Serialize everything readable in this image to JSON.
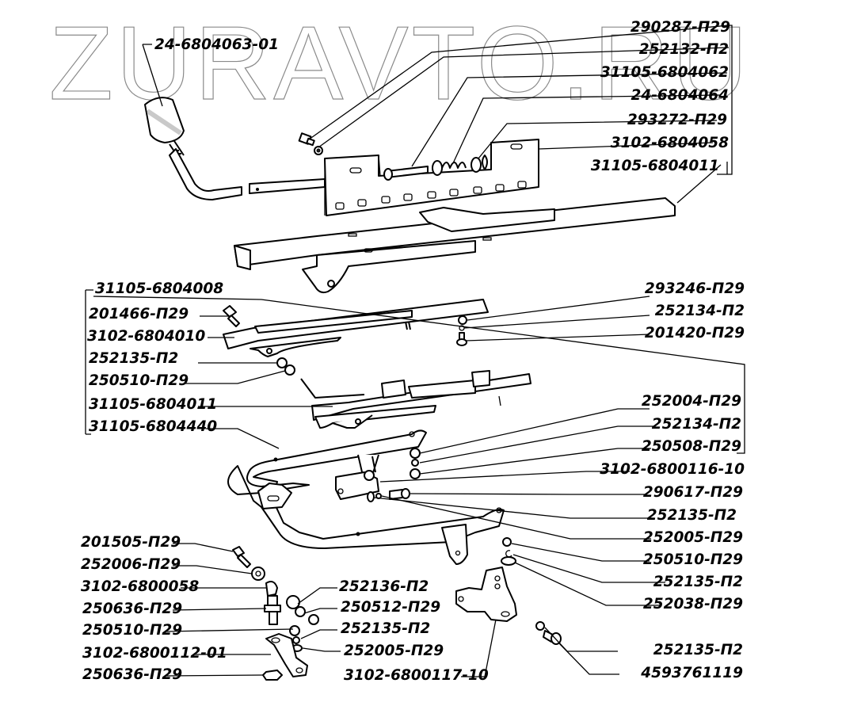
{
  "watermark": "ZURAVTO.RU",
  "callouts": {
    "top_left": [
      {
        "id": "knob_lever",
        "part_number": "24-6804063-01"
      }
    ],
    "top_right": [
      {
        "id": "bolt_top",
        "part_number": "290287-П29"
      },
      {
        "id": "washer_top",
        "part_number": "252132-П2"
      },
      {
        "id": "rod",
        "part_number": "31105-6804062"
      },
      {
        "id": "spring",
        "part_number": "24-6804064"
      },
      {
        "id": "washer_spring",
        "part_number": "293272-П29"
      },
      {
        "id": "lock_plate",
        "part_number": "3102-6804058"
      },
      {
        "id": "upper_slide_right",
        "part_number": "31105-6804011"
      }
    ],
    "middle_left": [
      {
        "id": "slide_assembly",
        "part_number": "31105-6804008"
      },
      {
        "id": "bolt_mid_left",
        "part_number": "201466-П29"
      },
      {
        "id": "rail_left",
        "part_number": "3102-6804010"
      },
      {
        "id": "washer_mid_left",
        "part_number": "252135-П2"
      },
      {
        "id": "nut_mid_left",
        "part_number": "250510-П29"
      },
      {
        "id": "upper_slide_left",
        "part_number": "31105-6804011"
      },
      {
        "id": "seat_frame",
        "part_number": "31105-6804440"
      }
    ],
    "middle_right": [
      {
        "id": "washer_a",
        "part_number": "293246-П29"
      },
      {
        "id": "washer_b",
        "part_number": "252134-П2"
      },
      {
        "id": "bolt_b",
        "part_number": "201420-П29"
      }
    ],
    "lower_right": [
      {
        "id": "washer_c",
        "part_number": "252004-П29"
      },
      {
        "id": "washer_d",
        "part_number": "252134-П2"
      },
      {
        "id": "nut_c",
        "part_number": "250508-П29"
      },
      {
        "id": "bracket_center",
        "part_number": "3102-6800116-10"
      },
      {
        "id": "bolt_c",
        "part_number": "290617-П29"
      },
      {
        "id": "washer_e",
        "part_number": "252135-П2"
      },
      {
        "id": "washer_f",
        "part_number": "252005-П29"
      },
      {
        "id": "nut_e",
        "part_number": "250510-П29"
      },
      {
        "id": "washer_g",
        "part_number": "252135-П2"
      },
      {
        "id": "washer_h",
        "part_number": "252038-П29"
      }
    ],
    "bottom_left": [
      {
        "id": "bolt_bl",
        "part_number": "201505-П29"
      },
      {
        "id": "washer_bl",
        "part_number": "252006-П29"
      },
      {
        "id": "eye_bolt",
        "part_number": "3102-6800058"
      },
      {
        "id": "nut_bl1",
        "part_number": "250636-П29"
      },
      {
        "id": "nut_bl2",
        "part_number": "250510-П29"
      },
      {
        "id": "bracket_bl",
        "part_number": "3102-6800112-01"
      },
      {
        "id": "nut_bl3",
        "part_number": "250636-П29"
      }
    ],
    "bottom_center": [
      {
        "id": "washer_bc1",
        "part_number": "252136-П2"
      },
      {
        "id": "nut_bc",
        "part_number": "250512-П29"
      },
      {
        "id": "washer_bc2",
        "part_number": "252135-П2"
      },
      {
        "id": "washer_bc3",
        "part_number": "252005-П29"
      },
      {
        "id": "bracket_bc",
        "part_number": "3102-6800117-10"
      }
    ],
    "bottom_right": [
      {
        "id": "washer_br",
        "part_number": "252135-П2"
      },
      {
        "id": "bolt_br",
        "part_number": "4593761119"
      }
    ]
  }
}
